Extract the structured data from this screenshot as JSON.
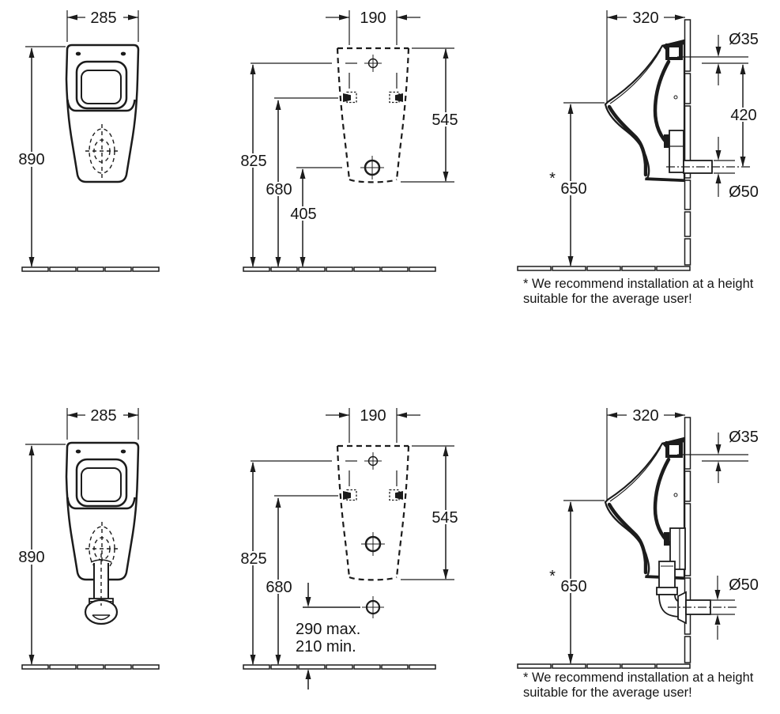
{
  "drawing": {
    "type": "urinal installation dimension drawing",
    "line_color": "#1c1c1c",
    "background": "#ffffff"
  },
  "row1": {
    "front": {
      "width": "285",
      "height": "890"
    },
    "template": {
      "width": "190",
      "height_side": "545",
      "height_rim": "825",
      "height_fixing": "680",
      "height_outlet": "405"
    },
    "side": {
      "depth": "320",
      "inlet_diameter": "Ø35",
      "inlet_outlet_span": "420",
      "outlet_diameter": "Ø50",
      "install_height": "650",
      "marker": "*"
    }
  },
  "row2": {
    "front": {
      "width": "285",
      "height": "890"
    },
    "template": {
      "width": "190",
      "height_side": "545",
      "height_rim": "825",
      "height_fixing": "680",
      "outlet_max": "290 max.",
      "outlet_min": "210 min."
    },
    "side": {
      "depth": "320",
      "inlet_diameter": "Ø35",
      "outlet_diameter": "Ø50",
      "install_height": "650",
      "marker": "*"
    }
  },
  "footnote": {
    "line1": "* We recommend installation at a height",
    "line2": "suitable  for the average user!"
  }
}
